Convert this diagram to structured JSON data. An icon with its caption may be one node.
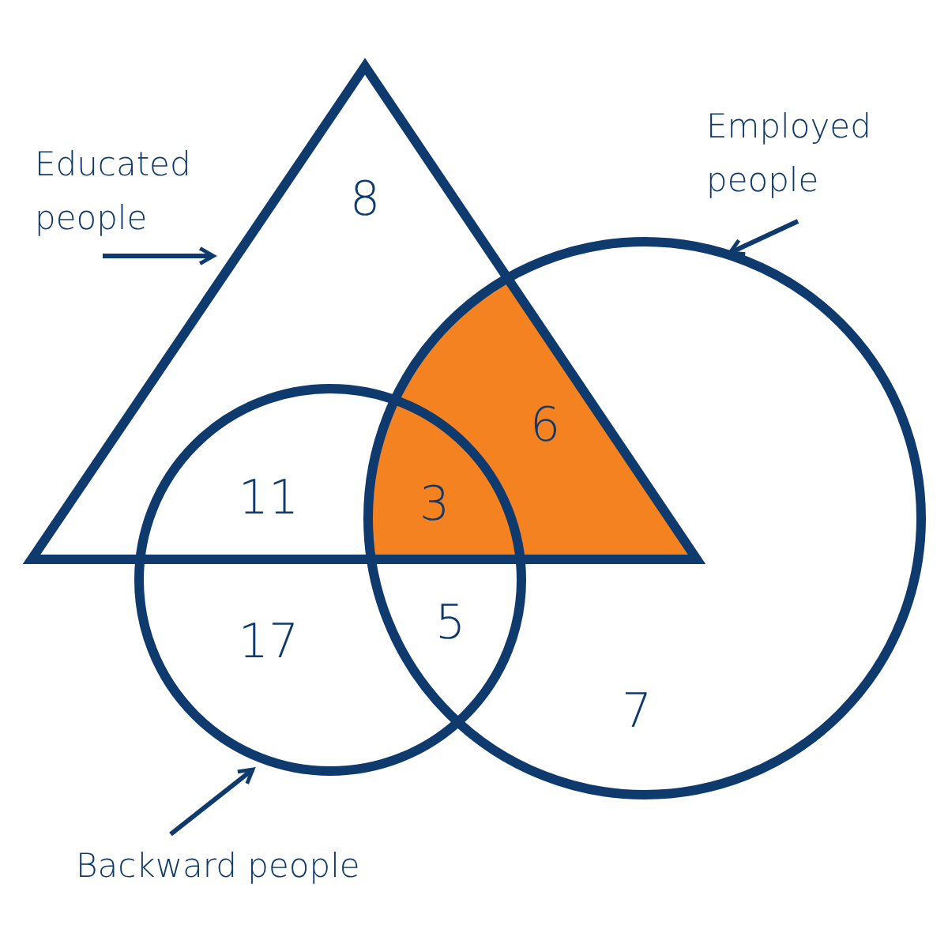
{
  "diagram": {
    "nodes": [
      {
        "text": [
          "Educated people"
        ]
      },
      {
        "text": [],
        "shape": "triangle"
      },
      {
        "text": [
          "Employed people"
        ]
      },
      {
        "text": [],
        "shape": "circle"
      },
      {
        "text": [],
        "shape": "circle"
      },
      {
        "text": [
          "Backward people"
        ]
      }
    ],
    "edges": [
      {
        "from": 0,
        "to": 1,
        "arrow": "to"
      },
      {
        "from": 2,
        "to": 3,
        "arrow": "to"
      },
      {
        "from": 5,
        "to": 4,
        "arrow": "to"
      }
    ],
    "labels": [
      "8",
      "6",
      "11",
      "3",
      "17",
      "5",
      "7"
    ]
  }
}
